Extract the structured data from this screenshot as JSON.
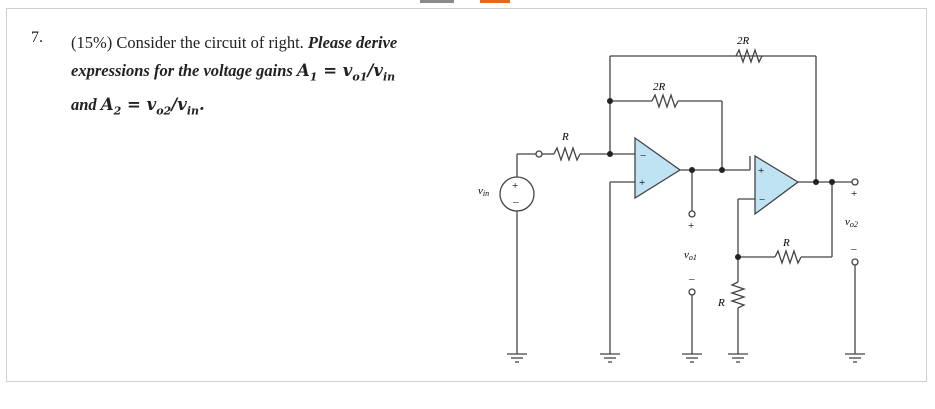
{
  "question": {
    "number": "7.",
    "percent": "(15%)",
    "intro": "Consider the circuit of right.",
    "bold_1": "Please derive",
    "bold_2": "expressions for the voltage gains",
    "gain1_lhs": "A",
    "gain1_sub": "1",
    "gain1_rhs": "= v",
    "gain1_o1": "o1",
    "slash": "/v",
    "in_sub": "in",
    "and_text": "and",
    "gain2_lhs": "A",
    "gain2_sub": "2",
    "gain2_rhs": "= v",
    "gain2_o2": "o2",
    "period": "."
  },
  "circuit": {
    "labels": {
      "vin": "v",
      "vin_sub": "in",
      "r_input": "R",
      "r_feedback1": "2R",
      "r_feedback_top": "2R",
      "r_feedback2": "R",
      "r_ground": "R",
      "vo1": "v",
      "vo1_sub": "o1",
      "vo2": "v",
      "vo2_sub": "o2",
      "plus": "+",
      "minus": "−",
      "minus_short": "–",
      "source_plus": "+",
      "source_minus": "–"
    },
    "colors": {
      "opamp_fill": "#bfe3f3",
      "wire": "#444444",
      "node": "#222222"
    }
  }
}
